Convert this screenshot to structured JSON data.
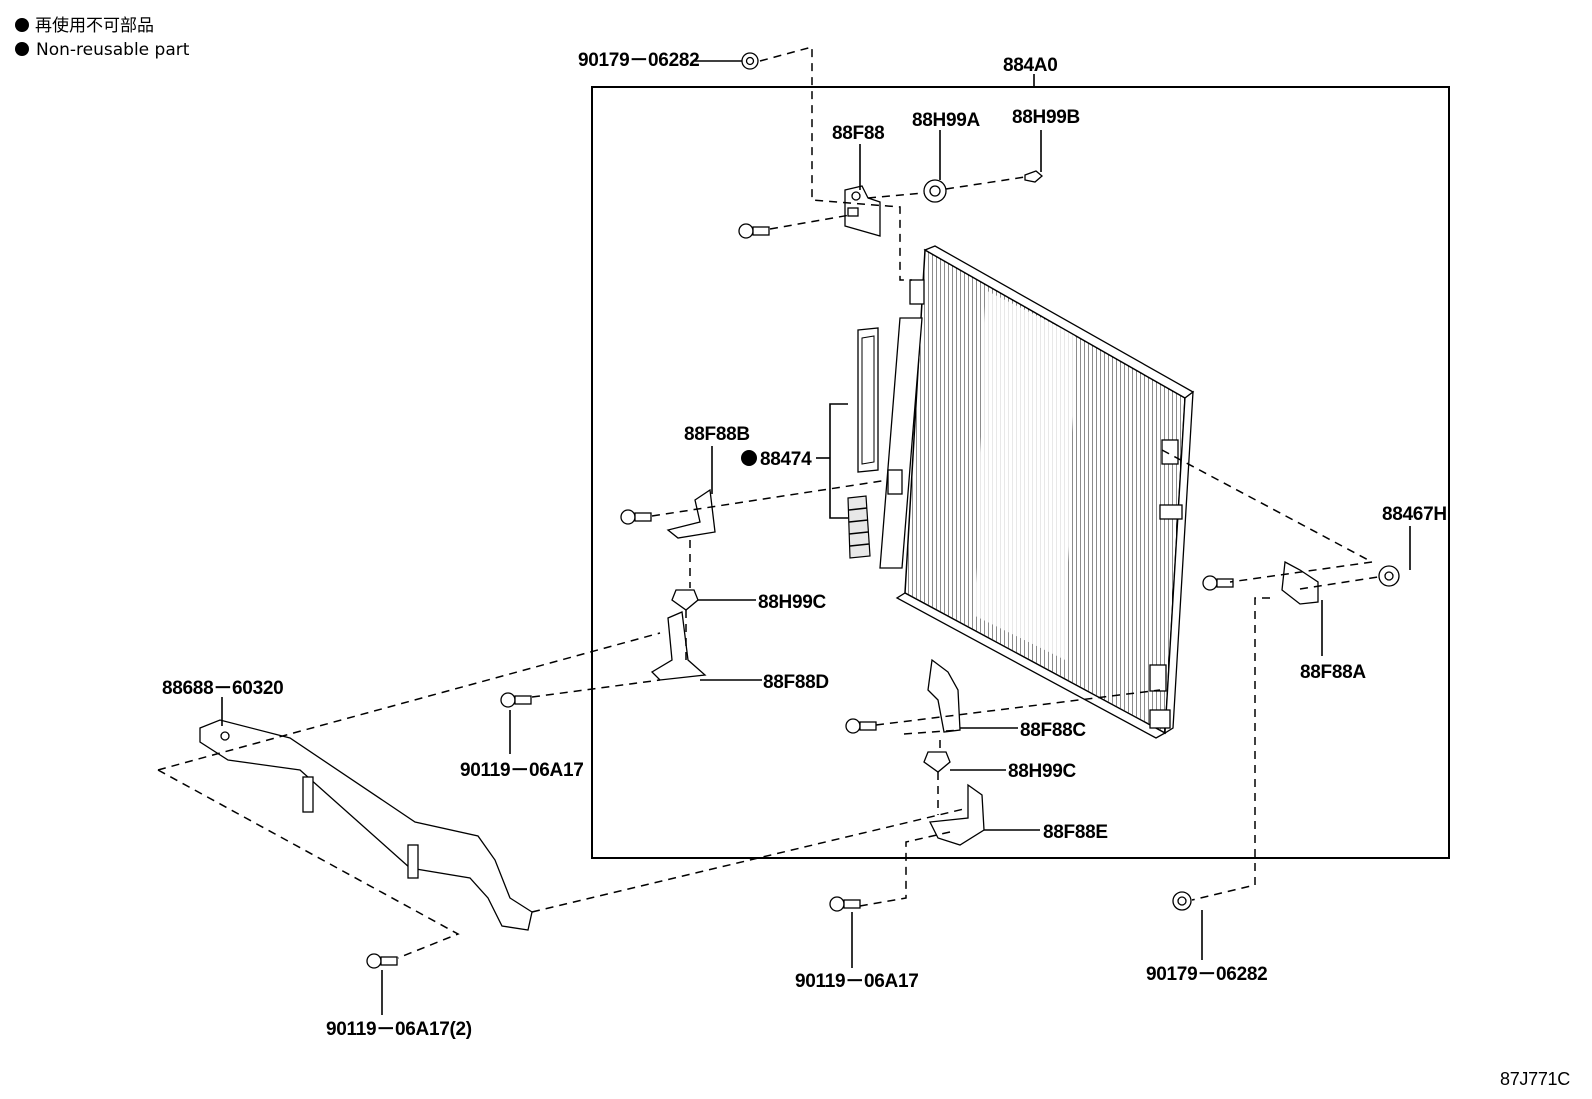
{
  "legend": {
    "jp": "再使用不可部品",
    "en": "Non-reusable part"
  },
  "labels": {
    "p90179_06282_top": "90179－06282",
    "p884A0": "884A0",
    "p88F88": "88F88",
    "p88H99A": "88H99A",
    "p88H99B": "88H99B",
    "p88F88B": "88F88B",
    "p88474": "88474",
    "p88467H": "88467H",
    "p88H99C_left": "88H99C",
    "p88F88D": "88F88D",
    "p88688_60320": "88688－60320",
    "p90119_06A17_mid": "90119－06A17",
    "p88F88A": "88F88A",
    "p88F88C": "88F88C",
    "p88H99C_right": "88H99C",
    "p88F88E": "88F88E",
    "p90119_06A17_bottom": "90119－06A17",
    "p90179_06282_bottom": "90179－06282",
    "p90119_06A17_2": "90119－06A17(2)"
  },
  "diagram_code": "87J771C",
  "colors": {
    "ink": "#000000",
    "paper": "#ffffff"
  }
}
